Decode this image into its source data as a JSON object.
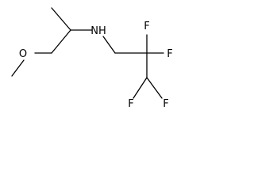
{
  "atoms": {
    "oxygen": "O",
    "nitrogen": "NH",
    "fluorine_1": "F",
    "fluorine_2": "F",
    "fluorine_3": "F",
    "fluorine_4": "F"
  },
  "colors": {
    "bond": "#000000",
    "label": "#000000",
    "background": "#ffffff"
  }
}
